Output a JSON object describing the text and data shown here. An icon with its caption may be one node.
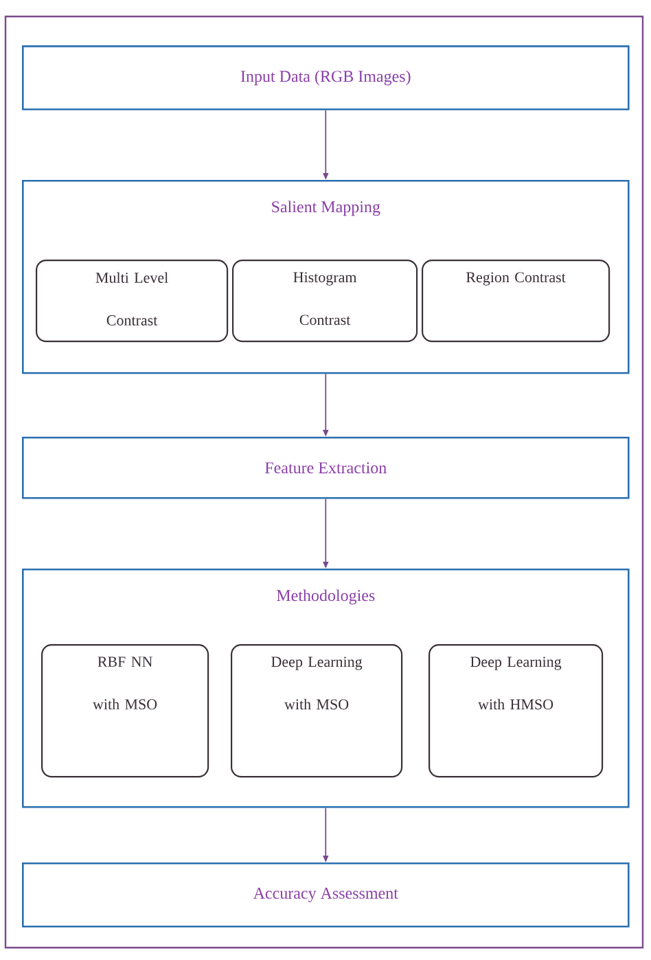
{
  "diagram": {
    "nodes": [
      {
        "text": [
          "Input Data (RGB Images)"
        ]
      },
      {
        "text": [
          "Salient Mapping"
        ]
      },
      {
        "text": [
          "Multi Level Contrast"
        ],
        "in": 1
      },
      {
        "text": [
          "Histogram Contrast"
        ],
        "in": 1
      },
      {
        "text": [
          "Region Contrast"
        ],
        "in": 1
      },
      {
        "text": [
          "Feature Extraction"
        ]
      },
      {
        "text": [
          "Methodologies"
        ]
      },
      {
        "text": [
          "RBF NN with MSO"
        ],
        "in": 6
      },
      {
        "text": [
          "Deep Learning with MSO"
        ],
        "in": 6
      },
      {
        "text": [
          "Deep Learning with HMSO"
        ],
        "in": 6
      },
      {
        "text": [
          "Accuracy Assessment"
        ]
      }
    ],
    "edges": [
      {
        "from": 0,
        "to": 1,
        "arrow": "to"
      },
      {
        "from": 1,
        "to": 5,
        "arrow": "to"
      },
      {
        "from": 5,
        "to": 6,
        "arrow": "to"
      },
      {
        "from": 6,
        "to": 10,
        "arrow": "to"
      }
    ]
  }
}
